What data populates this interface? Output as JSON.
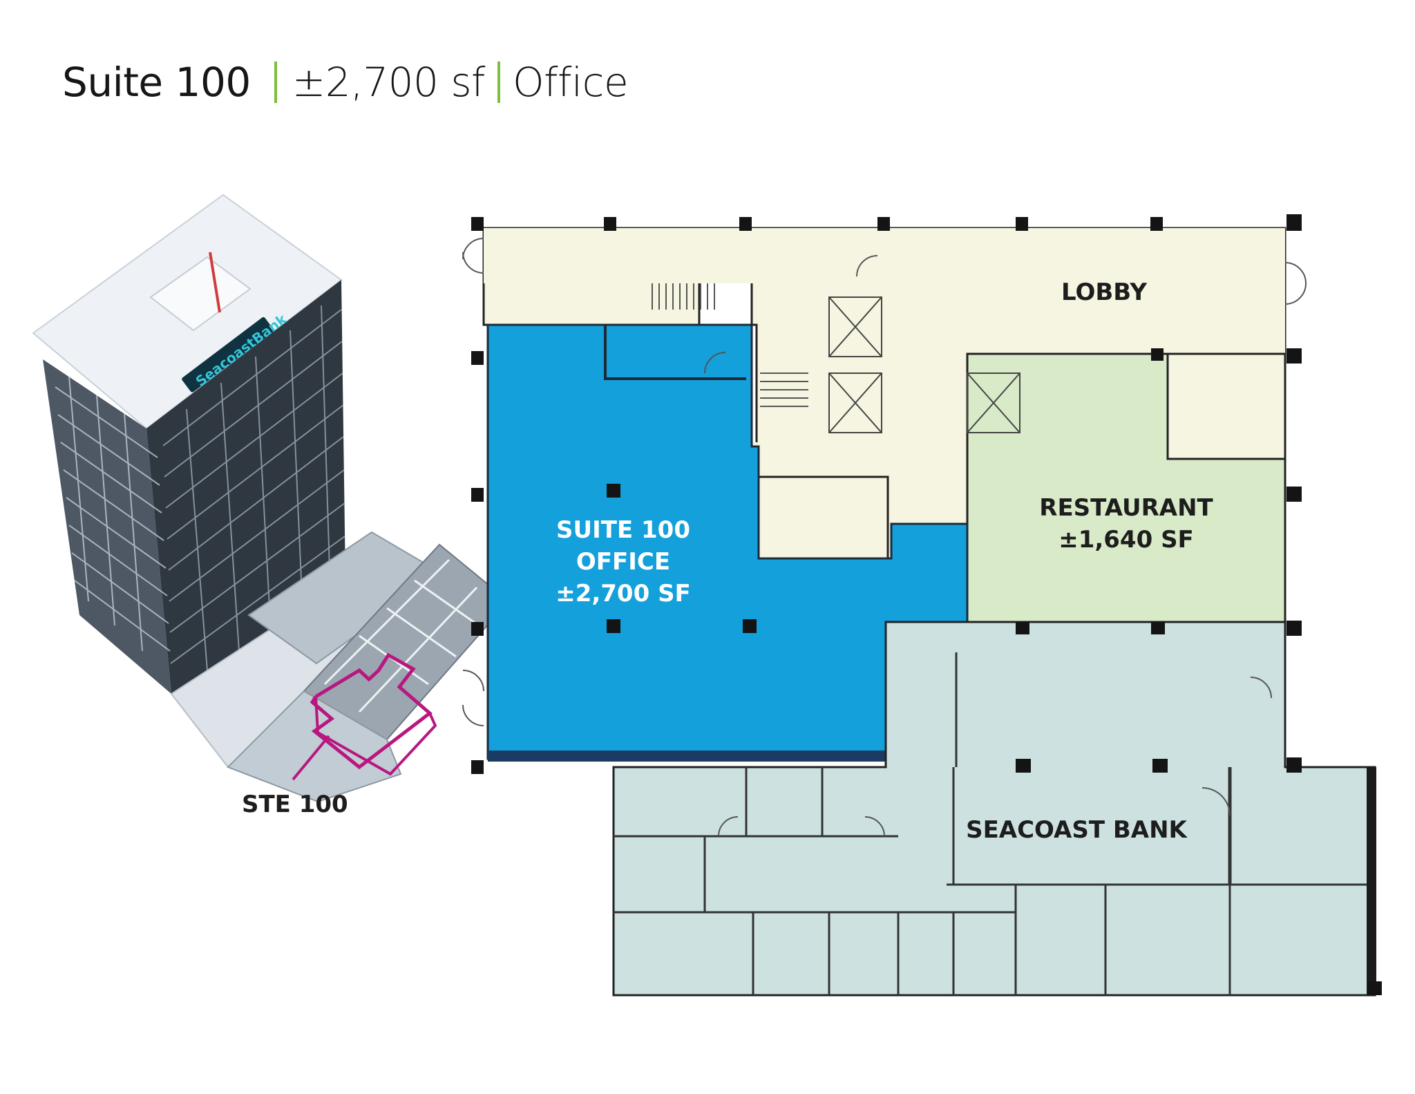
{
  "header": {
    "suite": "Suite 100",
    "area": "±2,700 sf",
    "use": "Office"
  },
  "colors": {
    "suite_blue": "#13a0db",
    "lobby_cream": "#f6f5e1",
    "restaurant_green": "#d8eac8",
    "bank_grey": "#cde1e1",
    "accent_green": "#7cbf3a",
    "callout_magenta": "#b8177f"
  },
  "rooms": {
    "lobby": {
      "line1": "LOBBY"
    },
    "suite": {
      "line1": "SUITE 100",
      "line2": "OFFICE",
      "line3": "±2,700 SF"
    },
    "restaurant": {
      "line1": "RESTAURANT",
      "line2": "±1,640 SF"
    },
    "bank": {
      "line1": "SEACOAST BANK"
    }
  },
  "callout": {
    "label": "STE 100"
  },
  "building": {
    "sign_text": "SeacoastBank"
  }
}
